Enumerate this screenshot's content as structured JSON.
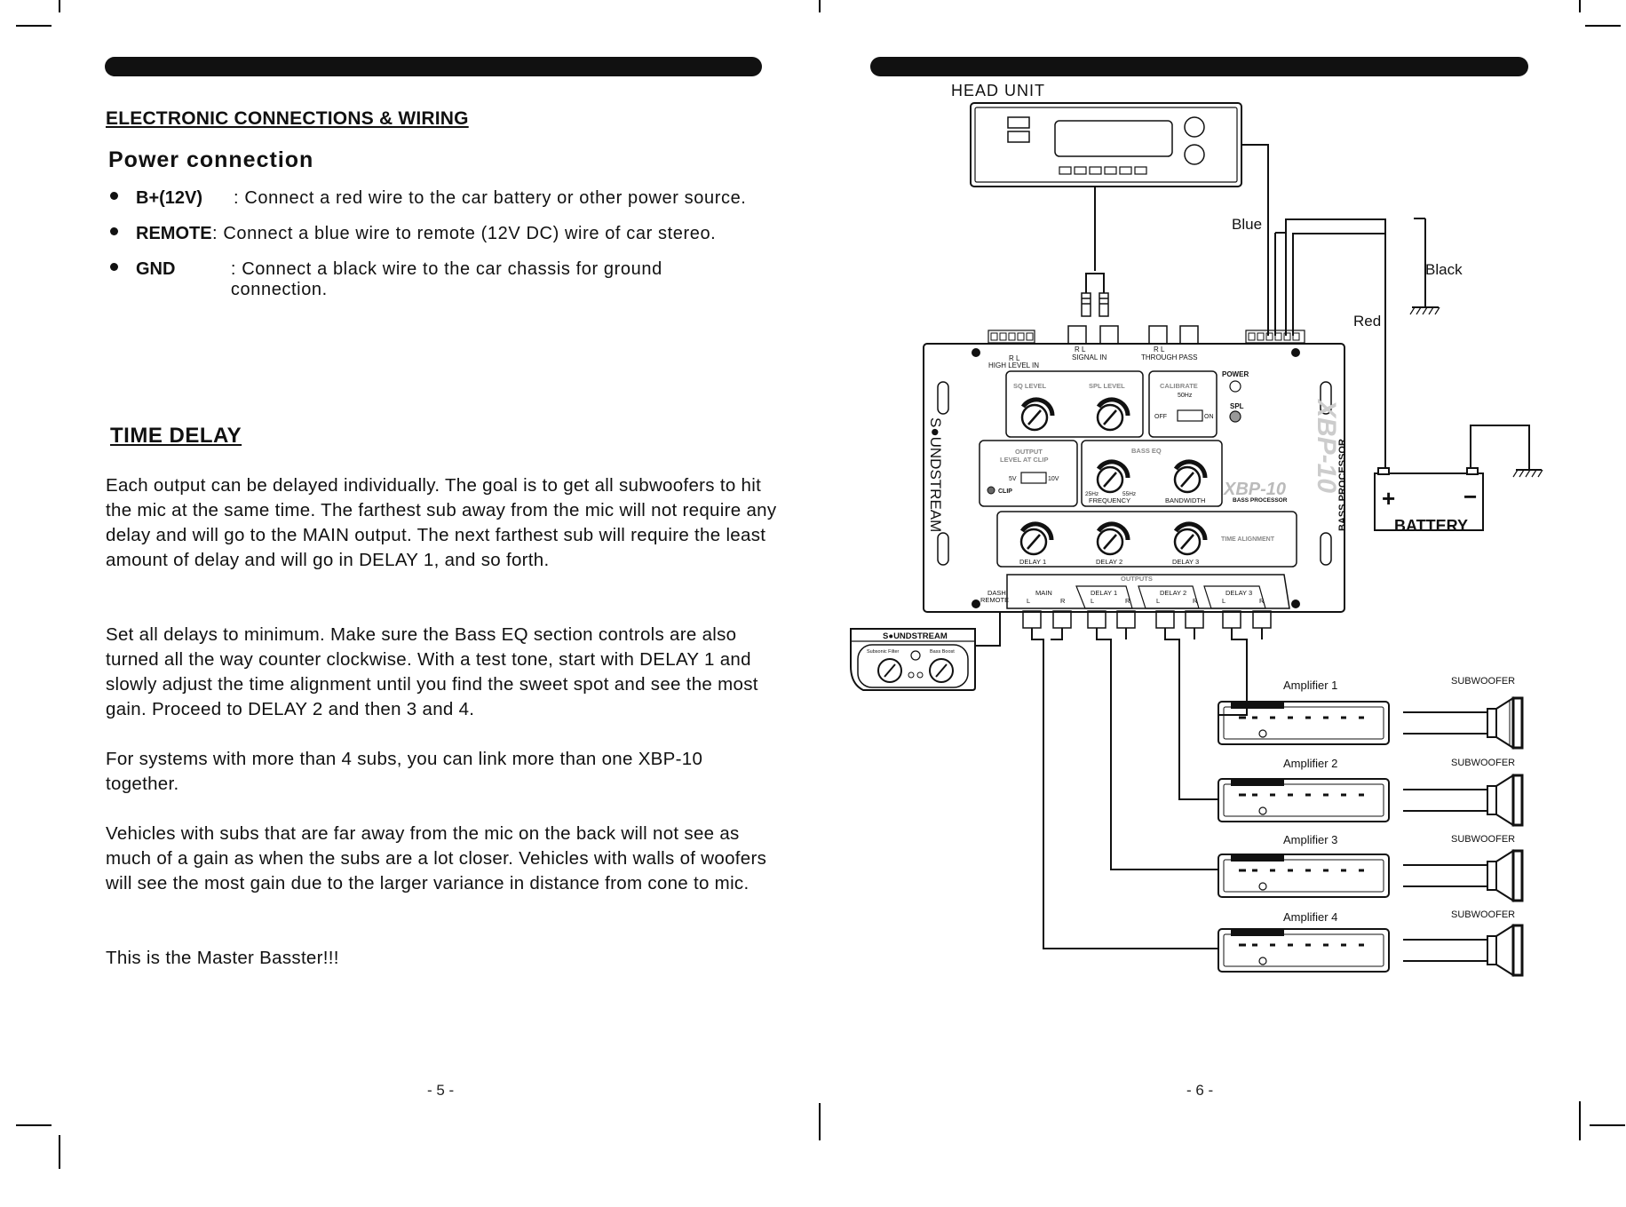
{
  "left_page": {
    "section_title": "ELECTRONIC  CONNECTIONS & WIRING",
    "subtitle": "Power  connection",
    "bullets": [
      {
        "term": "B+(12V)",
        "desc": ":  Connect  a  red  wire  to  the  car  battery  or  other  power  source."
      },
      {
        "term": "REMOTE",
        "desc": ":  Connect  a blue  wire  to  remote  (12V  DC) wire  of  car  stereo."
      },
      {
        "term": "GND",
        "desc": ":  Connect  a  black  wire  to  the  car  chassis  for  ground  connection."
      }
    ],
    "time_delay_title": "TIME DELAY",
    "paragraphs": [
      "Each output can be delayed individually. The goal is to get all subwoofers to  hit  the mic  at  the same time.  The farthest sub away from the mic will not  require  any delay  and  will go to the  MAIN  output. The next farthest sub  will require  the  least  amount  of  delay  and will go in DELAY 1, and so forth.",
      "Set all delays to minimum.   Make sure the Bass EQ section controls are also  turned all the way counter clockwise.   With a test tone,  start with DELAY 1  and  slowly adjust  the time alignment until you  find  the sweet spot  and  see the most gain. Proceed to DELAY 2 and then 3 and 4.",
      "For systems with more than 4 subs, you can link more than one XBP-10  together.",
      "Vehicles with subs that are far away from the mic on the back will not see as much of a gain as when the subs are a lot closer. Vehicles with walls of woofers will see the most gain due to the larger variance in  distance from cone to mic.",
      "This is the Master Basster!!!"
    ],
    "page_number": "- 5 -"
  },
  "right_page": {
    "page_number": "- 6 -",
    "diagram": {
      "head_unit_label": "HEAD UNIT",
      "wire_labels": {
        "blue": "Blue",
        "black": "Black",
        "red": "Red"
      },
      "battery_label": "BATTERY",
      "battery_plus": "+",
      "battery_minus": "−",
      "processor": {
        "brand_left": "S●UNDSTREAM",
        "model": "XBP-10",
        "side_label": "BASS PROCESSOR",
        "model_small": "BASS PROCESSOR",
        "high_level_in": "HIGH LEVEL IN",
        "signal_in": "SIGNAL IN",
        "through_pass": "THROUGH PASS",
        "rl_pair": "R      L",
        "power": "POWER",
        "spl": "SPL",
        "sq_level": "SQ LEVEL",
        "spl_level": "SPL LEVEL",
        "calibrate": "CALIBRATE",
        "calibrate_hz": "50Hz",
        "off": "OFF",
        "on": "ON",
        "output_level": "OUTPUT",
        "output_level2": "LEVEL AT CLIP",
        "v5": "5V",
        "v10": "10V",
        "clip": "CLIP",
        "bass_eq": "BASS EQ",
        "hz25": "25Hz",
        "hz55": "55Hz",
        "frequency": "FREQUENCY",
        "bandwidth": "BANDWIDTH",
        "delay1": "DELAY 1",
        "delay2": "DELAY 2",
        "delay3": "DELAY 3",
        "time_alignment": "TIME ALIGNMENT",
        "outputs": "OUTPUTS",
        "dash": "DASH",
        "remote": "REMOTE",
        "main": "MAIN",
        "l": "L",
        "r": "R"
      },
      "remote_unit": {
        "brand": "S●UNDSTREAM",
        "subsonic": "Subsonic Filter",
        "bass_boost": "Bass Boost"
      },
      "amplifiers": [
        "Amplifier 1",
        "Amplifier 2",
        "Amplifier 3",
        "Amplifier 4"
      ],
      "subwoofer_label": "SUBWOOFER"
    }
  }
}
